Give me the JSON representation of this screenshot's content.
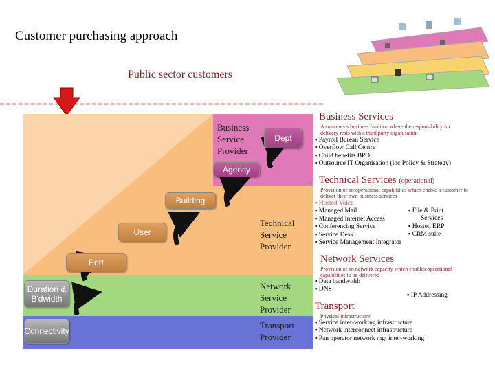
{
  "title": "Customer purchasing approach",
  "subtitle": "Public sector customers",
  "colors": {
    "business": "#e07ab6",
    "technical": "#f9be7e",
    "network": "#a4d880",
    "transport": "#6a74d6",
    "accent": "#7a1f24",
    "arrow": "#d51818"
  },
  "steps": {
    "dept": "Dept",
    "agency": "Agency",
    "building": "Building",
    "user": "User",
    "port": "Port",
    "duration": "Duration & B'dwidth",
    "connectivity": "Connectivity"
  },
  "providers": {
    "business": "Business Service Provider",
    "technical": "Technical Service Provider",
    "network": "Network Service Provider",
    "transport": "Transport Provider"
  },
  "sections": {
    "business": {
      "title": "Business Services",
      "note": "A customer's business function where the responsibility for delivery rests with a third party organisation",
      "items": [
        "Payroll Bureau Service",
        "Overflow Call Centre",
        "Child benefits BPO",
        "Outsource IT Organisation (inc Policy & Strategy)"
      ]
    },
    "technical": {
      "title": "Technical Services",
      "title_suffix": "(operational)",
      "note": "Provision of an operational capabilities which enable a customer to deliver their own business services",
      "items_left": [
        "Hosted Voice",
        "Managed Mail",
        "Managed Internet Access",
        "Conferencing Service",
        "Service Desk",
        "Service Management Integrator"
      ],
      "items_right": [
        "File & Print",
        "Services",
        "Hosted ERP",
        "CRM suite"
      ]
    },
    "network": {
      "title": "Network Services",
      "note": "Provision of an network capacity which enables operational capabilities to be delivered",
      "items": [
        "Data bandwidth",
        "DNS"
      ],
      "extra": "IP Addressing"
    },
    "transport": {
      "title": "Transport",
      "note": "Physical infrastructure",
      "items": [
        "Service inter-working infrastructure",
        "Network interconnect infrastructure",
        "Pan operator network mgt inter-working"
      ]
    }
  }
}
